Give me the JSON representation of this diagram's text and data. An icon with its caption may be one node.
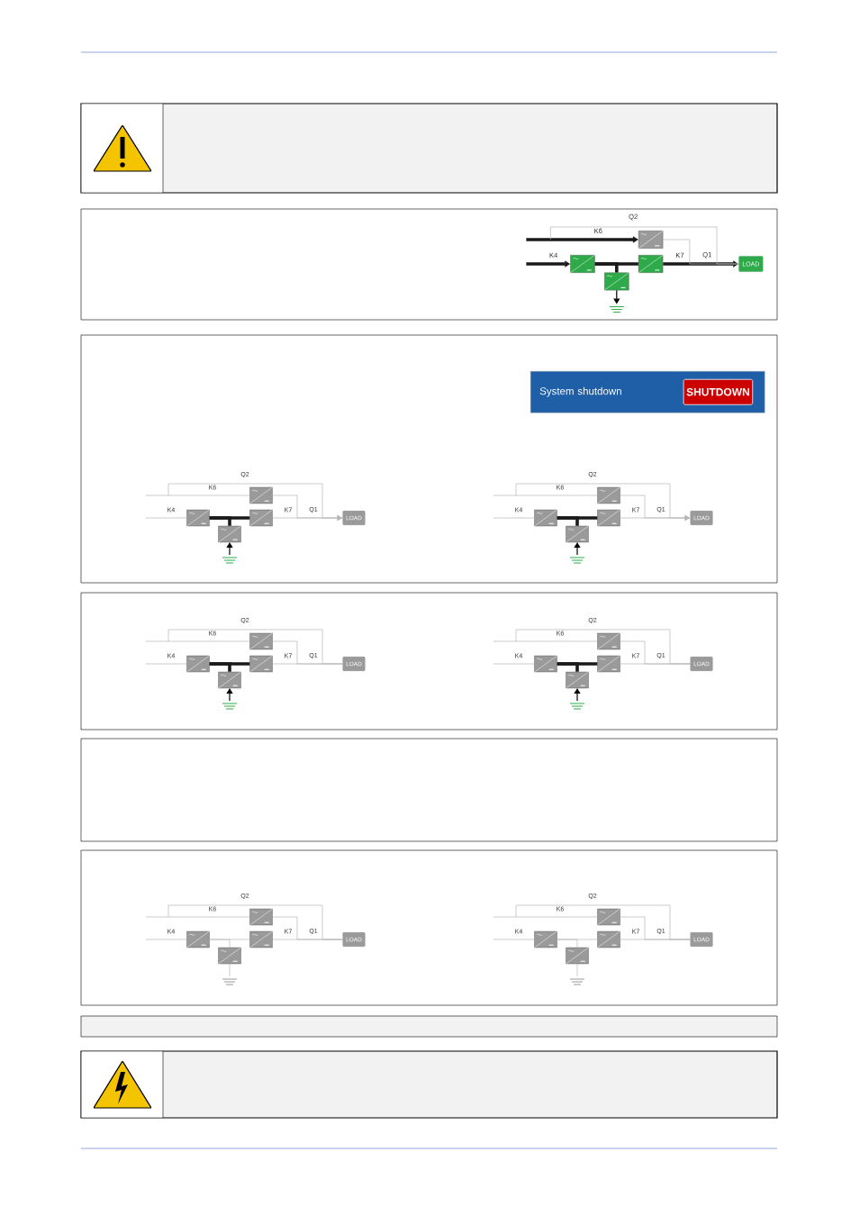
{
  "diagram": {
    "nodes": [
      {
        "text": [],
        "shape": "box"
      },
      {
        "text": [],
        "shape": "box"
      },
      {
        "text": [],
        "shape": "box"
      },
      {
        "text": [
          "LOAD"
        ]
      },
      {
        "text": [],
        "shape": "box"
      },
      {
        "text": [
          "System shutdown"
        ]
      },
      {
        "text": [
          "SHUTDOWN"
        ],
        "in": 5
      },
      {
        "text": [],
        "shape": "box"
      },
      {
        "text": [],
        "shape": "box"
      },
      {
        "text": [],
        "shape": "box"
      },
      {
        "text": [
          "LOAD"
        ]
      },
      {
        "text": [],
        "shape": "box"
      },
      {
        "text": [],
        "shape": "box"
      },
      {
        "text": [],
        "shape": "box"
      },
      {
        "text": [],
        "shape": "box"
      },
      {
        "text": [
          "LOAD"
        ]
      },
      {
        "text": [],
        "shape": "box"
      },
      {
        "text": [],
        "shape": "box"
      },
      {
        "text": [],
        "shape": "box"
      },
      {
        "text": [],
        "shape": "box"
      },
      {
        "text": [
          "LOAD"
        ]
      },
      {
        "text": [],
        "shape": "box"
      },
      {
        "text": [],
        "shape": "box"
      },
      {
        "text": [],
        "shape": "box"
      },
      {
        "text": [],
        "shape": "box"
      },
      {
        "text": [
          "LOAD"
        ]
      },
      {
        "text": [],
        "shape": "box"
      },
      {
        "text": [],
        "shape": "box"
      },
      {
        "text": [],
        "shape": "box"
      },
      {
        "text": [],
        "shape": "box"
      },
      {
        "text": [
          "LOAD"
        ]
      },
      {
        "text": [],
        "shape": "box"
      },
      {
        "text": [],
        "shape": "box"
      },
      {
        "text": [],
        "shape": "box"
      },
      {
        "text": [],
        "shape": "box"
      },
      {
        "text": [
          "LOAD"
        ]
      },
      {
        "text": [],
        "shape": "box"
      }
    ],
    "edges": [
      {
        "from": null,
        "to": 0,
        "arrow": "to",
        "style": "thick",
        "color": "#1a1a1a"
      },
      {
        "from": null,
        "to": 1,
        "arrow": "to",
        "style": "thick",
        "color": "#1a1a1a"
      },
      {
        "from": 1,
        "to": 2,
        "arrow": "none",
        "style": "thick",
        "color": "#1a1a1a"
      },
      {
        "from": 4,
        "to": 1,
        "arrow": "none",
        "style": "thick",
        "color": "#1a1a1a"
      },
      {
        "from": 2,
        "to": 3,
        "arrow": "to",
        "style": "thick",
        "color": "#1a1a1a"
      },
      {
        "from": 0,
        "to": 3,
        "arrow": "none"
      },
      {
        "from": null,
        "to": 3,
        "arrow": "none"
      },
      {
        "from": null,
        "to": 7,
        "arrow": "none"
      },
      {
        "from": null,
        "to": 8,
        "arrow": "none"
      },
      {
        "from": 8,
        "to": 9,
        "arrow": "none",
        "style": "thick",
        "color": "#1a1a1a"
      },
      {
        "from": 11,
        "to": 8,
        "arrow": "none",
        "style": "thick",
        "color": "#1a1a1a"
      },
      {
        "from": 9,
        "to": 10,
        "arrow": "none"
      },
      {
        "from": 7,
        "to": 10,
        "arrow": "to"
      },
      {
        "from": null,
        "to": 10,
        "arrow": "none"
      },
      {
        "from": null,
        "to": 12,
        "arrow": "none"
      },
      {
        "from": null,
        "to": 13,
        "arrow": "none"
      },
      {
        "from": 13,
        "to": 14,
        "arrow": "none",
        "style": "thick",
        "color": "#1a1a1a"
      },
      {
        "from": 16,
        "to": 13,
        "arrow": "none",
        "style": "thick",
        "color": "#1a1a1a"
      },
      {
        "from": 14,
        "to": 15,
        "arrow": "none"
      },
      {
        "from": 12,
        "to": 15,
        "arrow": "to"
      },
      {
        "from": null,
        "to": 15,
        "arrow": "none"
      },
      {
        "from": null,
        "to": 17,
        "arrow": "none"
      },
      {
        "from": null,
        "to": 18,
        "arrow": "none"
      },
      {
        "from": 18,
        "to": 19,
        "arrow": "none",
        "style": "thick",
        "color": "#1a1a1a"
      },
      {
        "from": 21,
        "to": 18,
        "arrow": "none",
        "style": "thick",
        "color": "#1a1a1a"
      },
      {
        "from": 19,
        "to": 20,
        "arrow": "none"
      },
      {
        "from": 17,
        "to": 20,
        "arrow": "none"
      },
      {
        "from": null,
        "to": 20,
        "arrow": "none"
      },
      {
        "from": null,
        "to": 22,
        "arrow": "none"
      },
      {
        "from": null,
        "to": 23,
        "arrow": "none"
      },
      {
        "from": 23,
        "to": 24,
        "arrow": "none",
        "style": "thick",
        "color": "#1a1a1a"
      },
      {
        "from": 26,
        "to": 23,
        "arrow": "none",
        "style": "thick",
        "color": "#1a1a1a"
      },
      {
        "from": 24,
        "to": 25,
        "arrow": "none"
      },
      {
        "from": 22,
        "to": 25,
        "arrow": "none"
      },
      {
        "from": null,
        "to": 25,
        "arrow": "none"
      },
      {
        "from": null,
        "to": 27,
        "arrow": "none"
      },
      {
        "from": null,
        "to": 28,
        "arrow": "none"
      },
      {
        "from": 28,
        "to": 29,
        "arrow": "none"
      },
      {
        "from": 31,
        "to": 28,
        "arrow": "none"
      },
      {
        "from": 29,
        "to": 30,
        "arrow": "none"
      },
      {
        "from": 27,
        "to": 30,
        "arrow": "none"
      },
      {
        "from": null,
        "to": 30,
        "arrow": "none"
      },
      {
        "from": null,
        "to": 32,
        "arrow": "none"
      },
      {
        "from": null,
        "to": 33,
        "arrow": "none"
      },
      {
        "from": 33,
        "to": 34,
        "arrow": "none"
      },
      {
        "from": 36,
        "to": 33,
        "arrow": "none"
      },
      {
        "from": 34,
        "to": 35,
        "arrow": "none"
      },
      {
        "from": 32,
        "to": 35,
        "arrow": "none"
      },
      {
        "from": null,
        "to": 35,
        "arrow": "none"
      }
    ],
    "labels": [
      "Q2",
      "K6",
      "K4",
      "K7",
      "Q1",
      "Q2",
      "K6",
      "K4",
      "K7",
      "Q1",
      "Q2",
      "K6",
      "K4",
      "K7",
      "Q1",
      "Q2",
      "K6",
      "K4",
      "K7",
      "Q1",
      "Q2",
      "K6",
      "K4",
      "K7",
      "Q1",
      "Q2",
      "K6",
      "K4",
      "K7",
      "Q1",
      "Q2",
      "K6",
      "K4",
      "K7",
      "Q1"
    ]
  }
}
